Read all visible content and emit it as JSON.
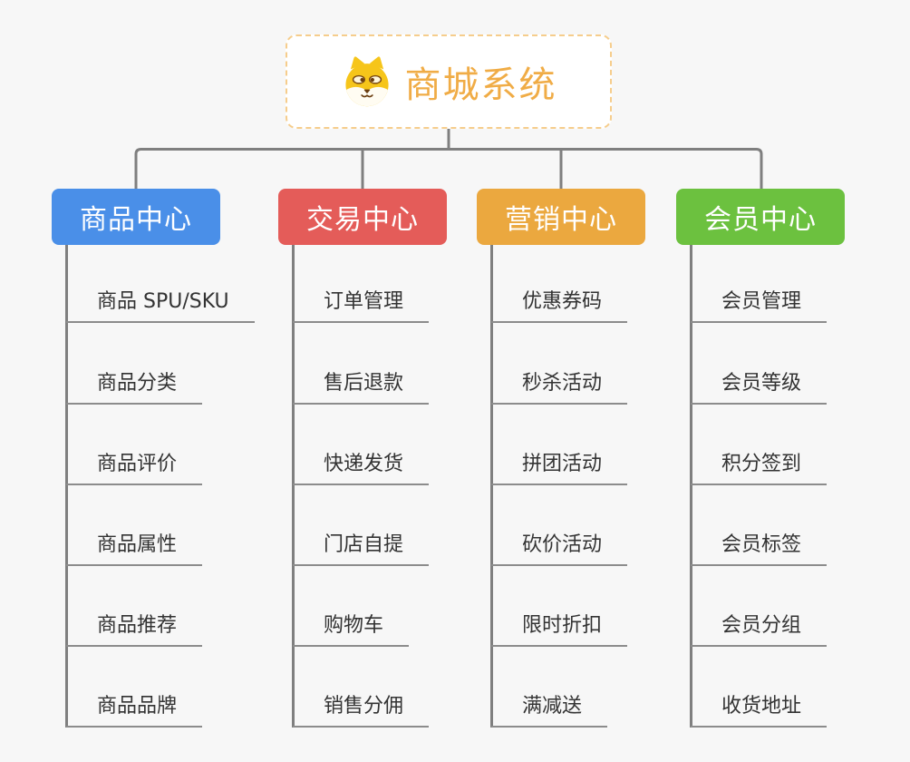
{
  "root": {
    "title": "商城系统",
    "icon": "dog-face-icon"
  },
  "colors": {
    "background": "#F7F7F7",
    "connector": "#7F7F7F",
    "child_underline": "#8C8C8C",
    "child_text": "#333333",
    "root_border": "#F6CD8C",
    "root_text": "#F0AC46"
  },
  "branches": [
    {
      "label": "商品中心",
      "color": "#4A8FE8",
      "children": [
        "商品 SPU/SKU",
        "商品分类",
        "商品评价",
        "商品属性",
        "商品推荐",
        "商品品牌"
      ]
    },
    {
      "label": "交易中心",
      "color": "#E45C59",
      "children": [
        "订单管理",
        "售后退款",
        "快递发货",
        "门店自提",
        "购物车",
        "销售分佣"
      ]
    },
    {
      "label": "营销中心",
      "color": "#EBA83F",
      "children": [
        "优惠券码",
        "秒杀活动",
        "拼团活动",
        "砍价活动",
        "限时折扣",
        "满减送"
      ]
    },
    {
      "label": "会员中心",
      "color": "#6CC13F",
      "children": [
        "会员管理",
        "会员等级",
        "积分签到",
        "会员标签",
        "会员分组",
        "收货地址"
      ]
    }
  ]
}
